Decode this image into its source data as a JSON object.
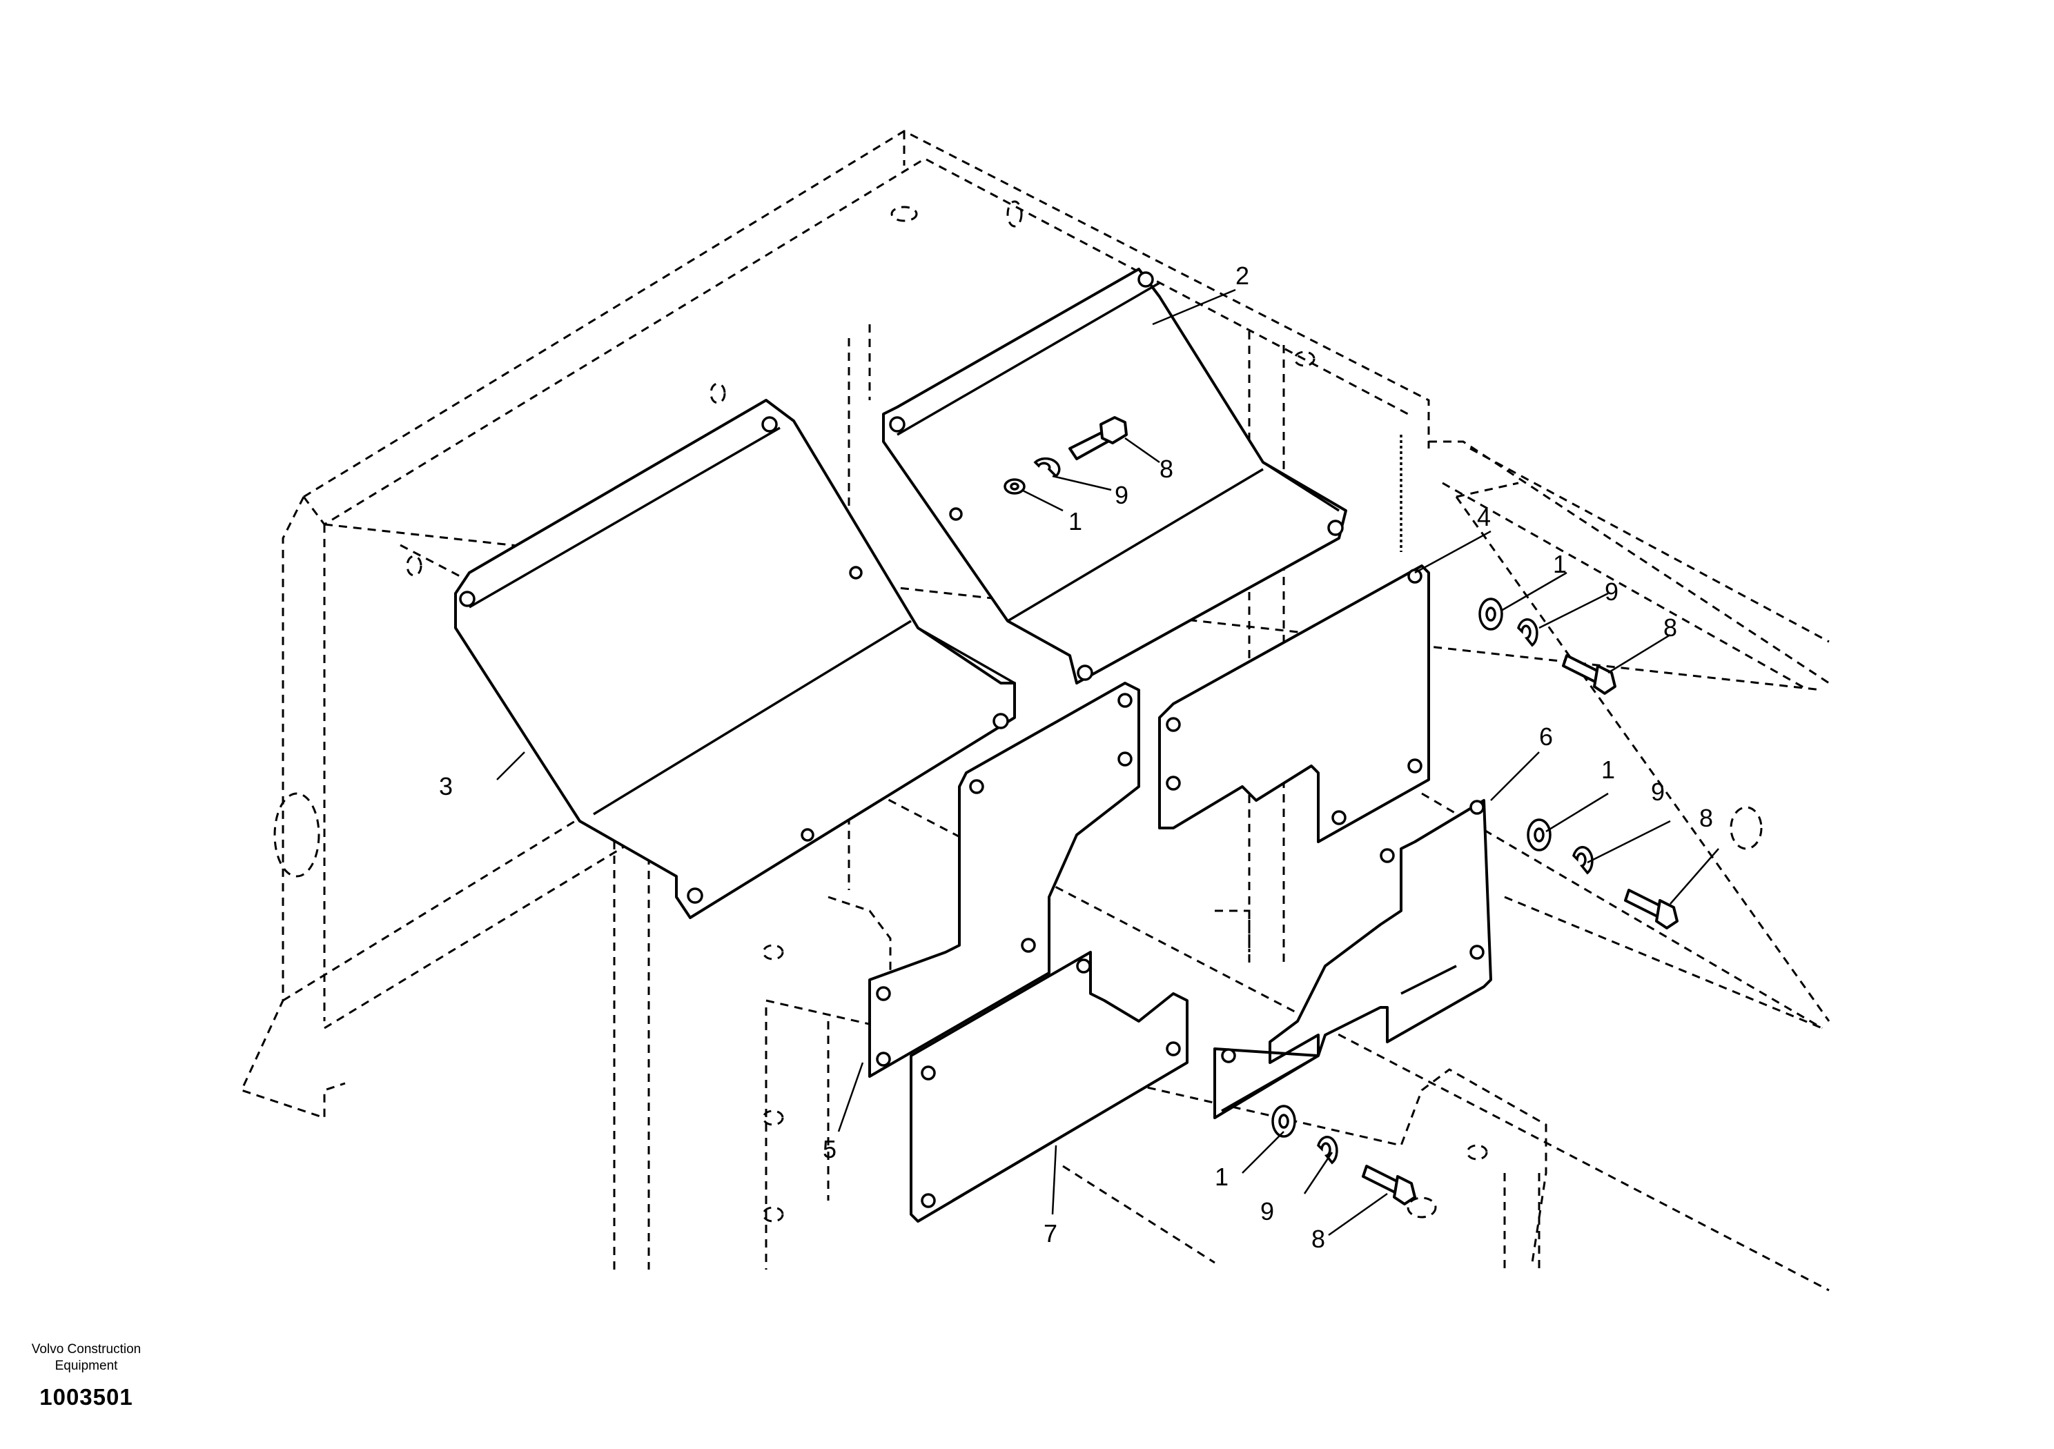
{
  "diagram": {
    "callouts": {
      "c1a": "1",
      "c1b": "1",
      "c1c": "1",
      "c1d": "1",
      "c2": "2",
      "c3": "3",
      "c4": "4",
      "c5": "5",
      "c6": "6",
      "c7": "7",
      "c8a": "8",
      "c8b": "8",
      "c8c": "8",
      "c8d": "8",
      "c9a": "9",
      "c9b": "9",
      "c9c": "9",
      "c9d": "9"
    }
  },
  "footer": {
    "publisher": "Volvo Construction\nEquipment",
    "drawing_number": "1003501"
  }
}
